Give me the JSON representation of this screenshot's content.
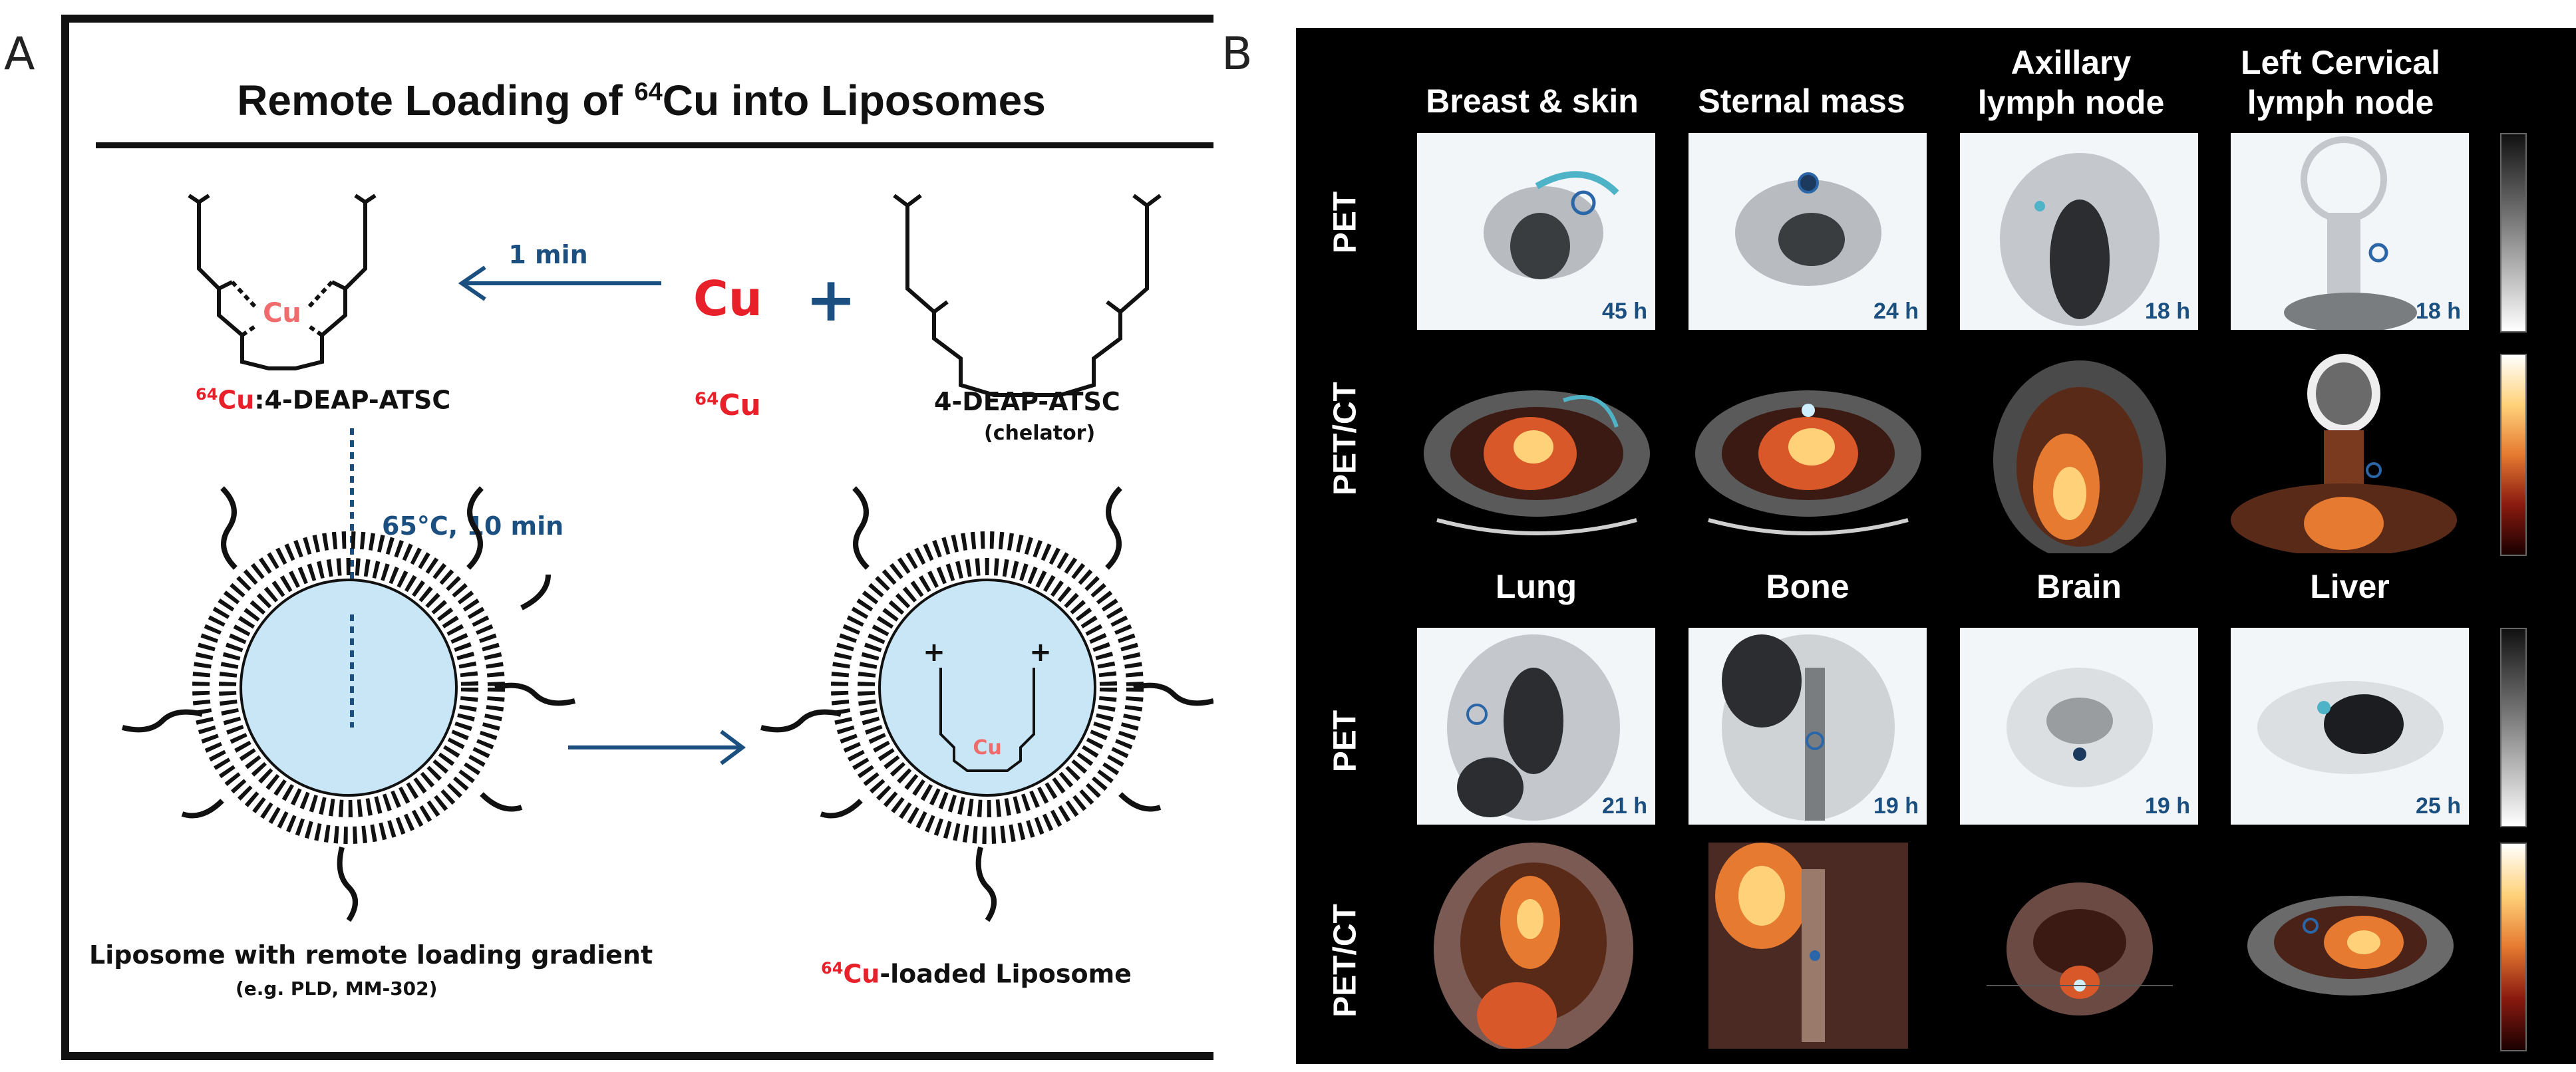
{
  "panel_a": {
    "letter": "A",
    "title_pre": "Remote Loading of ",
    "title_sup": "64",
    "title_post": "Cu into Liposomes",
    "complex_label_sup": "64",
    "complex_label_cu": "Cu",
    "complex_label_rest": ":4-DEAP-ATSC",
    "complex_cu_center": "Cu",
    "arrow_time": "1 min",
    "cu_symbol": "Cu",
    "plus_symbol": "+",
    "cu64_label_sup": "64",
    "cu64_label": "Cu",
    "chelator_name": "4-DEAP-ATSC",
    "chelator_note": "(chelator)",
    "heating_step": "65°C, 10 min",
    "liposome_left_label": "Liposome with remote loading gradient",
    "liposome_left_note": "(e.g.  PLD, MM-302)",
    "liposome_right_sup": "64",
    "liposome_right_cu": "Cu",
    "liposome_right_rest": "-loaded Liposome",
    "inner_cu": "Cu",
    "charge_plus": "+",
    "colors": {
      "red": "#e8202a",
      "blue": "#1b4f80",
      "liposome_core": "#c9e6f7"
    }
  },
  "panel_b": {
    "letter": "B",
    "row_labels": [
      "PET",
      "PET/CT",
      "PET",
      "PET/CT"
    ],
    "top_columns": [
      {
        "title": "Breast & skin",
        "time": "45 h"
      },
      {
        "title": "Sternal mass",
        "time": "24 h"
      },
      {
        "title": "Axillary\nlymph node",
        "time": "18 h"
      },
      {
        "title": "Left Cervical\nlymph node",
        "time": "18 h"
      }
    ],
    "bottom_columns": [
      {
        "title": "Lung",
        "time": "21 h"
      },
      {
        "title": "Bone",
        "time": "19 h"
      },
      {
        "title": "Brain",
        "time": "19 h"
      },
      {
        "title": "Liver",
        "time": "25 h"
      }
    ]
  }
}
